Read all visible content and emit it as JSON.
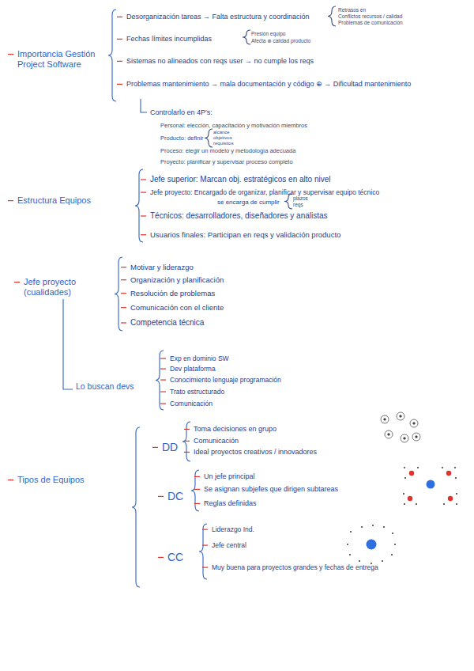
{
  "diagram": {
    "labels": [
      "Importancia Gestión Project Software",
      "Desorganización tareas → Falta estructura y coordinación",
      "Retrasos en",
      "Conflictos recursos / calidad",
      "Problemas de comunicación",
      "Fechas límites incumplidas",
      "Presión equipo",
      "Afecta ⊕ calidad producto",
      "Sistemas no alineados con reqs user → no cumple los reqs",
      "Problemas mantenimiento → mala documentación y código ⊕ → Dificultad mantenimiento",
      "Controlarlo en 4P's:",
      "Personal: elección, capacitación y motivación miembros",
      "Producto: definir",
      "alcance",
      "objetivos",
      "requisitos",
      "Proceso: elegir un modelo y metodología adecuada",
      "Proyecto: planificar y supervisar proceso completo",
      "Estructura Equipos",
      "Jefe superior: Marcan obj. estratégicos en alto nivel",
      "Jefe proyecto: Encargado de organizar, planificar y supervisar equipo técnico",
      "se encarga de cumplir",
      "plazos",
      "reqs",
      "Técnicos: desarrolladores, diseñadores y analistas",
      "Usuarios finales: Participan en reqs y validación producto",
      "Jefe proyecto (cualidades)",
      "Motivar y liderazgo",
      "Organización y planificación",
      "Resolución de problemas",
      "Comunicación con el cliente",
      "Competencia técnica",
      "Lo buscan devs",
      "Exp en dominio SW",
      "Dev plataforma",
      "Conocimiento lenguaje programación",
      "Trato estructurado",
      "Comunicación",
      "Tipos de Equipos",
      "DD",
      "Toma decisiones en grupo",
      "Comunicación",
      "Ideal proyectos creativos / innovadores",
      "DC",
      "Un jefe principal",
      "Se asignan subjefes que dirigen subtareas",
      "Reglas definidas",
      "CC",
      "Liderazgo Ind.",
      "Jefe central",
      "Muy buena para proyectos grandes y fechas de entrega"
    ]
  }
}
